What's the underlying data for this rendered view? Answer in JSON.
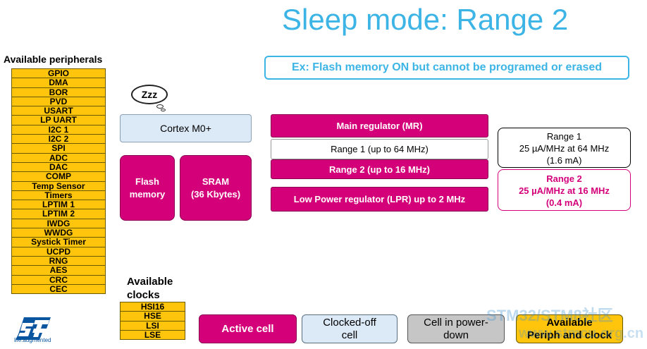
{
  "title": "Sleep mode: Range 2",
  "example": "Ex: Flash memory ON but cannot be programed or erased",
  "peripherals": {
    "heading": "Available peripherals",
    "items": [
      "GPIO",
      "DMA",
      "BOR",
      "PVD",
      "USART",
      "LP UART",
      "I2C 1",
      "I2C 2",
      "SPI",
      "ADC",
      "DAC",
      "COMP",
      "Temp Sensor",
      "Timers",
      "LPTIM 1",
      "LPTIM 2",
      "IWDG",
      "WWDG",
      "Systick Timer",
      "UCPD",
      "RNG",
      "AES",
      "CRC",
      "CEC"
    ]
  },
  "clocks": {
    "heading_line1": "Available",
    "heading_line2": "clocks",
    "items": [
      "HSI16",
      "HSE",
      "LSI",
      "LSE"
    ]
  },
  "sleep_bubble": "Zzz",
  "core": "Cortex M0+",
  "flash": {
    "line1": "Flash",
    "line2": "memory"
  },
  "sram": {
    "line1": "SRAM",
    "line2": "(36 Kbytes)"
  },
  "regulators": {
    "main": "Main regulator (MR)",
    "range1": "Range 1 (up to 64 MHz)",
    "range2": "Range 2 (up to 16 MHz)",
    "lpr": "Low Power regulator (LPR) up to 2 MHz"
  },
  "range1_info": {
    "line1": "Range 1",
    "line2": "25 µA/MHz at 64 MHz",
    "line3": "(1.6 mA)"
  },
  "range2_info": {
    "line1": "Range 2",
    "line2": "25 µA/MHz at 16 MHz",
    "line3": "(0.4 mA)"
  },
  "legend": {
    "active": "Active cell",
    "clocked_off_line1": "Clocked-off",
    "clocked_off_line2": "cell",
    "power_down_line1": "Cell in power-",
    "power_down_line2": "down",
    "available_line1": "Available",
    "available_line2": "Periph and clock"
  },
  "logo_text": "life.augmented",
  "watermark_line1": "STM32/STM8社区",
  "watermark_line2": "www.stmcu.org.cn",
  "colors": {
    "title_blue": "#3cb4e5",
    "magenta": "#d4007a",
    "yellow": "#ffc40c",
    "light_blue": "#dce9f7",
    "grey": "#c6c6c6"
  }
}
